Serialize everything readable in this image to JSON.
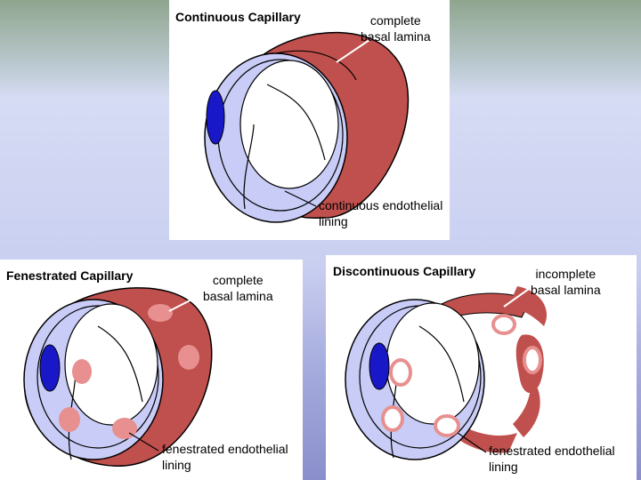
{
  "panels": [
    {
      "title": "Continuous Capillary",
      "lamina_label": "complete\nbasal lamina",
      "lining_label": "continuous endothelial\nlining"
    },
    {
      "title": "Fenestrated Capillary",
      "lamina_label": "complete\nbasal lamina",
      "lining_label": "fenestrated endothelial\nlining"
    },
    {
      "title": "Discontinuous Capillary",
      "lamina_label": "incomplete\nbasal lamina",
      "lining_label": "fenestrated endothelial\nlining"
    }
  ],
  "colors": {
    "basal_lamina": "#c0504d",
    "endothelium": "#c8ccf6",
    "nucleus": "#1818c8",
    "fenestra": "#e89090",
    "outline": "#000000"
  }
}
